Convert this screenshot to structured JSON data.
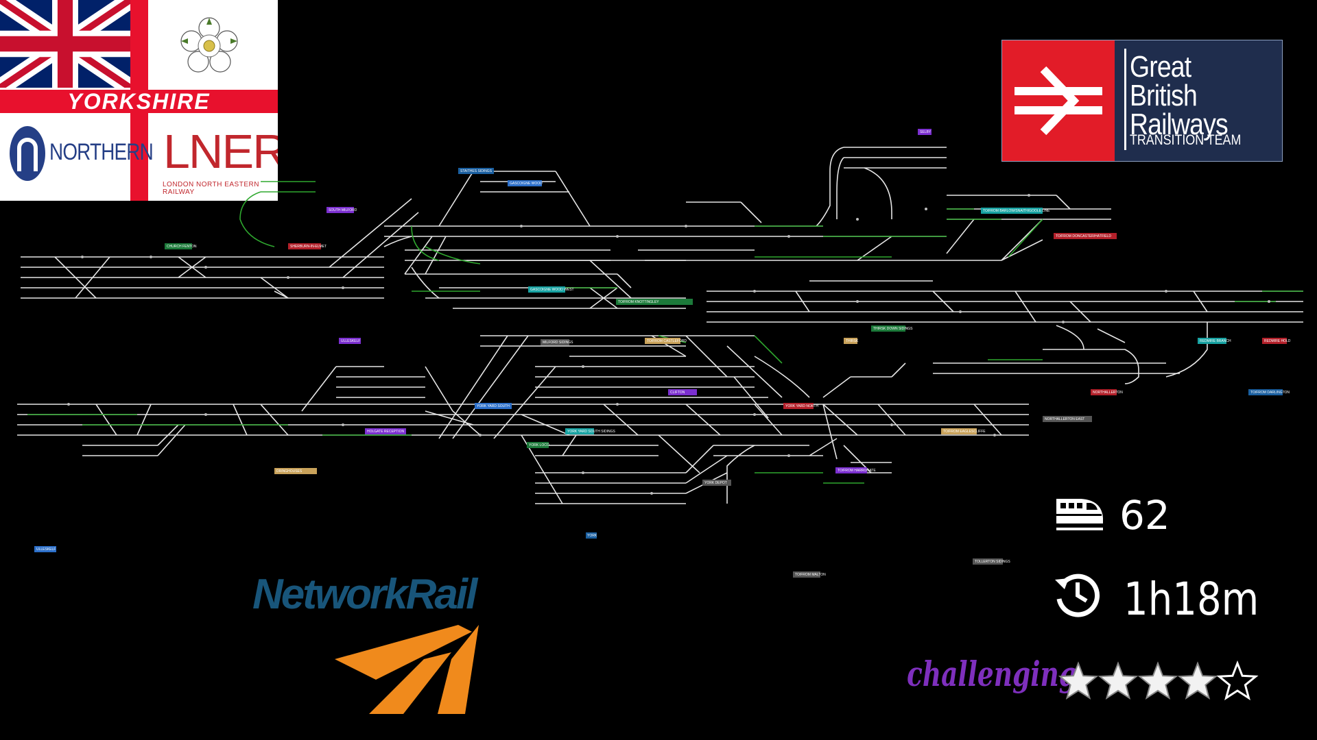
{
  "branding": {
    "region_label": "YORKSHIRE",
    "operator_1": "NORTHERN",
    "operator_2": "LNER",
    "operator_2_full": "LONDON NORTH EASTERN RAILWAY",
    "gbr_title": "Great British Railways",
    "gbr_subtitle": "TRANSITION TEAM",
    "network_rail": "NetworkRail"
  },
  "colors": {
    "gbr_red": "#e21c28",
    "gbr_navy": "#1f2d4d",
    "network_rail_blue": "#18557a",
    "network_rail_orange": "#f08a1c",
    "difficulty_purple": "#7e2fbd",
    "signal_green": "#2fa82f"
  },
  "stats": {
    "trains_icon": "train-icon",
    "trains": "62",
    "duration_icon": "clock-history-icon",
    "duration": "1h18m",
    "difficulty_label": "challenging",
    "difficulty_stars": 4,
    "difficulty_max": 5
  },
  "map_labels": [
    {
      "id": "selby",
      "text": "SELBY",
      "color": "#7b2fd0"
    },
    {
      "id": "staithes",
      "text": "STAITHES SIDINGS",
      "color": "#1a5fa0"
    },
    {
      "id": "gascoigne",
      "text": "GASCOIGNE WOOD",
      "color": "#2c6fc9"
    },
    {
      "id": "south-milford",
      "text": "SOUTH MILFORD",
      "color": "#7b2fd0"
    },
    {
      "id": "barlow",
      "text": "TO/FROM BARLOW/SNAITH/GOOLE LINE",
      "color": "#17a2a2"
    },
    {
      "id": "doncaster",
      "text": "TO/FROM DONCASTER/HATFIELD",
      "color": "#b3202a"
    },
    {
      "id": "church-fenton",
      "text": "CHURCH FENTON",
      "color": "#1c7a3a"
    },
    {
      "id": "sherburn",
      "text": "SHERBURN-IN-ELMET",
      "color": "#b3202a"
    },
    {
      "id": "gascoigne-west",
      "text": "GASCOIGNE WOOD WEST",
      "color": "#17a2a2"
    },
    {
      "id": "knottingley",
      "text": "TO/FROM KNOTTINGLEY",
      "color": "#1c7a3a"
    },
    {
      "id": "ulleskelf",
      "text": "ULLESKELF",
      "color": "#7b2fd0"
    },
    {
      "id": "milford-sidings",
      "text": "MILFORD SIDINGS",
      "color": "#555555"
    },
    {
      "id": "castleford",
      "text": "TO/FROM CASTLEFORD",
      "color": "#c9a25a"
    },
    {
      "id": "thirsk",
      "text": "THIRSK",
      "color": "#c9a25a"
    },
    {
      "id": "thirsk-sidings",
      "text": "THIRSK DOWN SIDINGS",
      "color": "#1c7a3a"
    },
    {
      "id": "redmire-branch",
      "text": "REDMIRE BRANCH",
      "color": "#17a2a2"
    },
    {
      "id": "redmire-hold",
      "text": "REDMIRE HOLD",
      "color": "#b3202a"
    },
    {
      "id": "clifton",
      "text": "CLIFTON",
      "color": "#7b2fd0"
    },
    {
      "id": "northallerton",
      "text": "NORTHALLERTON",
      "color": "#b3202a"
    },
    {
      "id": "darlington",
      "text": "TO/FROM DARLINGTON",
      "color": "#1a5fa0"
    },
    {
      "id": "york-yard-south",
      "text": "YORK YARD SOUTH",
      "color": "#2c6fc9"
    },
    {
      "id": "york-yard-north",
      "text": "YORK YARD NORTH",
      "color": "#b3202a"
    },
    {
      "id": "holgate",
      "text": "HOLGATE RECEPTION",
      "color": "#7b2fd0"
    },
    {
      "id": "yard-south-sidings",
      "text": "YORK YARD SOUTH SIDINGS",
      "color": "#17a2a2"
    },
    {
      "id": "nae-sidings",
      "text": "NORTHALLERTON EAST",
      "color": "#555555"
    },
    {
      "id": "york-loco",
      "text": "YORK LOCO",
      "color": "#1c7a3a"
    },
    {
      "id": "dringhouses",
      "text": "DRINGHOUSES",
      "color": "#c9a25a"
    },
    {
      "id": "eaglescliffe",
      "text": "TO/FROM EAGLESCLIFFE",
      "color": "#c9a25a"
    },
    {
      "id": "harrogate",
      "text": "TO/FROM HARROGATE",
      "color": "#7b2fd0"
    },
    {
      "id": "york-depot",
      "text": "YORK DEPOT",
      "color": "#555555"
    },
    {
      "id": "york",
      "text": "YORK",
      "color": "#1a5fa0"
    },
    {
      "id": "ulleskelf-2",
      "text": "ULLESKELF",
      "color": "#2c6fc9"
    },
    {
      "id": "malton",
      "text": "TO/FROM MALTON",
      "color": "#555555"
    },
    {
      "id": "tollerton",
      "text": "TOLLERTON SIDINGS",
      "color": "#555555"
    }
  ]
}
